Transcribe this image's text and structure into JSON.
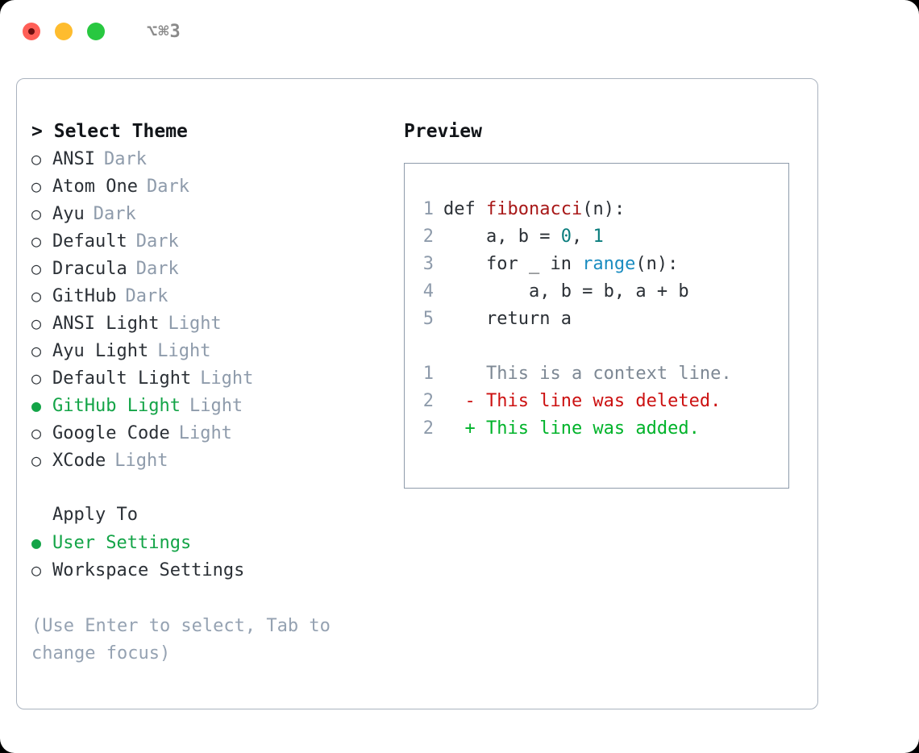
{
  "titlebar": {
    "shortcut": "⌥⌘3",
    "lights": [
      "close-red",
      "minimize-yellow",
      "maximize-green"
    ]
  },
  "theme_panel": {
    "heading_marker": ">",
    "heading": "Select Theme",
    "marker_unselected": "○",
    "marker_selected": "●",
    "accent_color": "#13a447",
    "badge_color": "#8e9bab",
    "themes": [
      {
        "name": "ANSI",
        "badge": "Dark",
        "selected": false
      },
      {
        "name": "Atom One",
        "badge": "Dark",
        "selected": false
      },
      {
        "name": "Ayu",
        "badge": "Dark",
        "selected": false
      },
      {
        "name": "Default",
        "badge": "Dark",
        "selected": false
      },
      {
        "name": "Dracula",
        "badge": "Dark",
        "selected": false
      },
      {
        "name": "GitHub",
        "badge": "Dark",
        "selected": false
      },
      {
        "name": "ANSI Light",
        "badge": "Light",
        "selected": false
      },
      {
        "name": "Ayu Light",
        "badge": "Light",
        "selected": false
      },
      {
        "name": "Default Light",
        "badge": "Light",
        "selected": false
      },
      {
        "name": "GitHub Light",
        "badge": "Light",
        "selected": true
      },
      {
        "name": "Google Code",
        "badge": "Light",
        "selected": false
      },
      {
        "name": "XCode",
        "badge": "Light",
        "selected": false
      }
    ]
  },
  "apply_to": {
    "heading": "Apply To",
    "options": [
      {
        "name": "User Settings",
        "selected": true
      },
      {
        "name": "Workspace Settings",
        "selected": false
      }
    ]
  },
  "hint": "(Use Enter to select, Tab to change focus)",
  "preview": {
    "title": "Preview",
    "border_color": "#8e9bab",
    "code": [
      {
        "lineno": "1",
        "parts": [
          {
            "text": "def ",
            "type": "plain"
          },
          {
            "text": "fibonacci",
            "type": "fn"
          },
          {
            "text": "(n):",
            "type": "plain"
          }
        ]
      },
      {
        "lineno": "2",
        "parts": [
          {
            "text": "    a, b = ",
            "type": "var"
          },
          {
            "text": "0",
            "type": "num"
          },
          {
            "text": ", ",
            "type": "var"
          },
          {
            "text": "1",
            "type": "num"
          }
        ]
      },
      {
        "lineno": "3",
        "parts": [
          {
            "text": "    for _ in ",
            "type": "plain"
          },
          {
            "text": "range",
            "type": "call"
          },
          {
            "text": "(n):",
            "type": "plain"
          }
        ]
      },
      {
        "lineno": "4",
        "parts": [
          {
            "text": "        a, b = b, a + b",
            "type": "var"
          }
        ]
      },
      {
        "lineno": "5",
        "parts": [
          {
            "text": "    return ",
            "type": "plain"
          },
          {
            "text": "a",
            "type": "var"
          }
        ]
      }
    ],
    "diff": [
      {
        "lineno": "1",
        "sign": " ",
        "text": "This is a context line.",
        "kind": "context"
      },
      {
        "lineno": "2",
        "sign": "-",
        "text": "This line was deleted.",
        "kind": "deleted"
      },
      {
        "lineno": "2",
        "sign": "+",
        "text": "This line was added.",
        "kind": "added"
      }
    ],
    "diff_colors": {
      "context": "#7d8894",
      "deleted": "#cc1111",
      "added": "#00b32a"
    }
  }
}
